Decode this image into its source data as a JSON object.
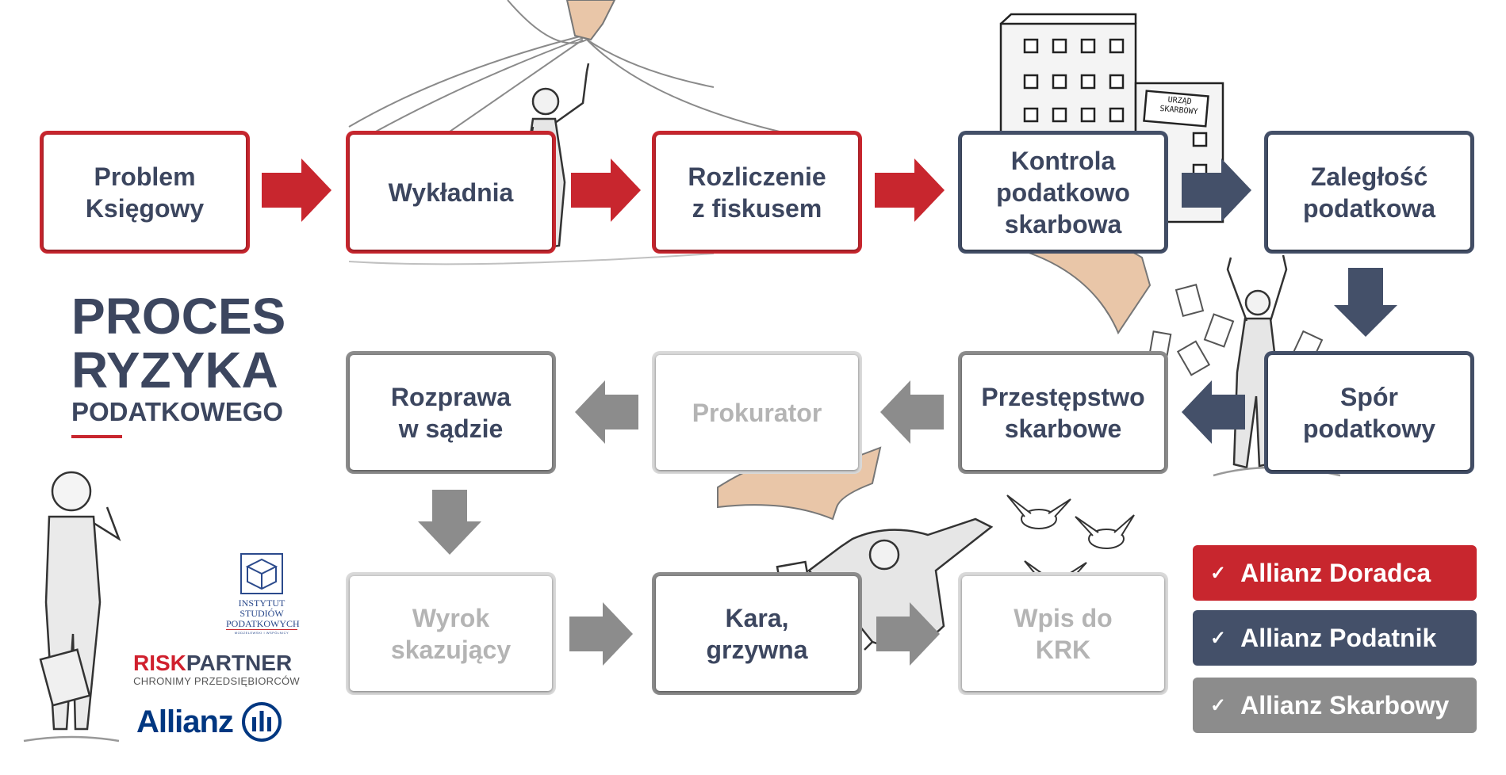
{
  "title": {
    "line1": "PROCES",
    "line2": "RYZYKA",
    "line3": "PODATKOWEGO"
  },
  "steps": {
    "problem": "Problem\nKsięgowy",
    "wykladnia": "Wykładnia",
    "rozliczenie": "Rozliczenie\nz fiskusem",
    "kontrola": "Kontrola\npodatkowo\nskarbowa",
    "zaleglosc": "Zaległość\npodatkowa",
    "spor": "Spór\npodatkowy",
    "przestepstwo": "Przestępstwo\nskarbowe",
    "prokurator": "Prokurator",
    "rozprawa": "Rozprawa\nw sądzie",
    "wyrok": "Wyrok\nskazujący",
    "kara": "Kara,\ngrzywna",
    "wpis": "Wpis do\nKRK"
  },
  "building_sign": {
    "line1": "URZĄD",
    "line2": "SKARBOWY"
  },
  "legend": [
    {
      "label": "Allianz Doradca",
      "color": "#c8262e"
    },
    {
      "label": "Allianz Podatnik",
      "color": "#445069"
    },
    {
      "label": "Allianz Skarbowy",
      "color": "#8c8c8c"
    }
  ],
  "logos": {
    "isp": {
      "line1": "INSTYTUT",
      "line2": "STUDIÓW",
      "line3": "PODATKOWYCH",
      "line4": "MODZELEWSKI I WSPÓLNICY"
    },
    "risk_part1": "RISK",
    "risk_part2": "PARTNER",
    "risk_tagline": "CHRONIMY PRZEDSIĘBIORCÓW",
    "allianz": "Allianz"
  },
  "colors": {
    "red": "#c8262e",
    "navy": "#445069",
    "gray": "#8c8c8c",
    "lightgray": "#d9d9d9",
    "text": "#3c465f"
  },
  "icons": [
    "check-icon",
    "arrow-right-icon",
    "arrow-left-icon",
    "arrow-down-icon",
    "cube-icon",
    "allianz-eagle-icon"
  ]
}
